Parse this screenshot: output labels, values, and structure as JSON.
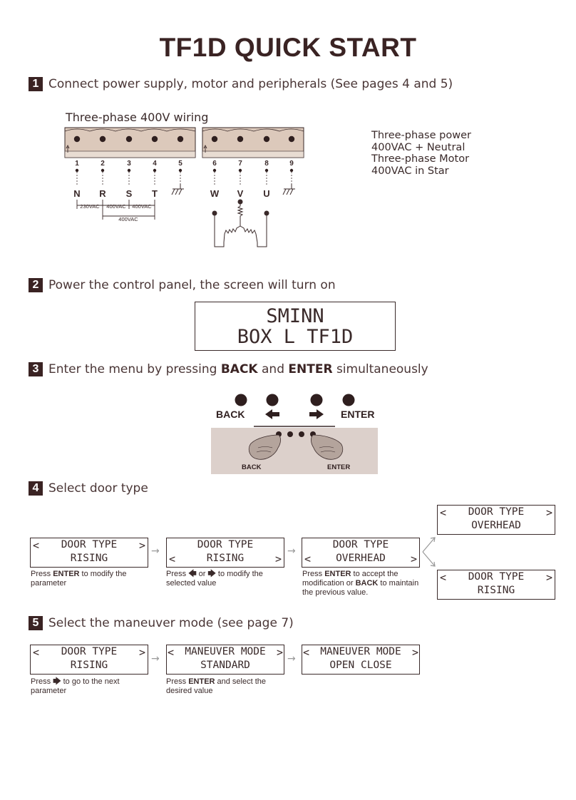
{
  "title": "TF1D QUICK START",
  "steps": {
    "s1": {
      "num": "1",
      "text": "Connect power supply, motor and peripherals (See pages 4 and 5)"
    },
    "s2": {
      "num": "2",
      "text": "Power the control panel, the screen will turn on"
    },
    "s3": {
      "num": "3",
      "pre": "Enter the menu by pressing ",
      "back": "BACK",
      "mid": " and ",
      "enter": "ENTER",
      "post": " simultaneously"
    },
    "s4": {
      "num": "4",
      "text": "Select door type"
    },
    "s5": {
      "num": "5",
      "text": "Select the maneuver mode (see page 7)"
    }
  },
  "wiring": {
    "title": "Three-phase 400V wiring",
    "desc": [
      "Three-phase power",
      "400VAC + Neutral",
      "Three-phase Motor",
      "400VAC in Star"
    ],
    "terminals": [
      "1",
      "2",
      "3",
      "4",
      "5",
      "6",
      "7",
      "8",
      "9"
    ],
    "labels": [
      "N",
      "R",
      "S",
      "T",
      "W",
      "V",
      "U"
    ],
    "volt1": "230VAC",
    "volt2": "400VAC",
    "volt3": "400VAC",
    "volt4": "400VAC"
  },
  "screen_on": {
    "line1": "SMINN",
    "line2": "BOX L TF1D"
  },
  "keypad": {
    "back": "BACK",
    "enter": "ENTER",
    "back_small": "BACK",
    "enter_small": "ENTER"
  },
  "door": {
    "lcd1": {
      "l1": "DOOR TYPE",
      "l2": "RISING"
    },
    "lcd2": {
      "l1": "DOOR TYPE",
      "l2": "RISING"
    },
    "lcd3": {
      "l1": "DOOR TYPE",
      "l2": "OVERHEAD"
    },
    "lcd4": {
      "l1": "DOOR TYPE",
      "l2": "OVERHEAD"
    },
    "lcd5": {
      "l1": "DOOR TYPE",
      "l2": "RISING"
    },
    "cap1": {
      "pre": "Press ",
      "b1": "ENTER",
      "post": " to modify the parameter"
    },
    "cap2": {
      "pre": "Press ",
      "k1": "🡄",
      "mid": " or ",
      "k2": "🡆",
      "post": " to modify the selected value"
    },
    "cap3": {
      "pre": "Press ",
      "b1": "ENTER",
      "mid": " to accept the modification or ",
      "b2": "BACK",
      "post": " to maintain the previous value."
    }
  },
  "maneuver": {
    "lcd1": {
      "l1": "DOOR TYPE",
      "l2": "RISING"
    },
    "lcd2": {
      "l1": "MANEUVER MODE",
      "l2": "STANDARD"
    },
    "lcd3": {
      "l1": "MANEUVER MODE",
      "l2": "OPEN CLOSE"
    },
    "cap1": {
      "pre": "Press ",
      "k1": "🡆",
      "post": " to go to the next parameter"
    },
    "cap2": {
      "pre": "Press ",
      "b1": "ENTER",
      "post": " and select the desired value"
    }
  }
}
